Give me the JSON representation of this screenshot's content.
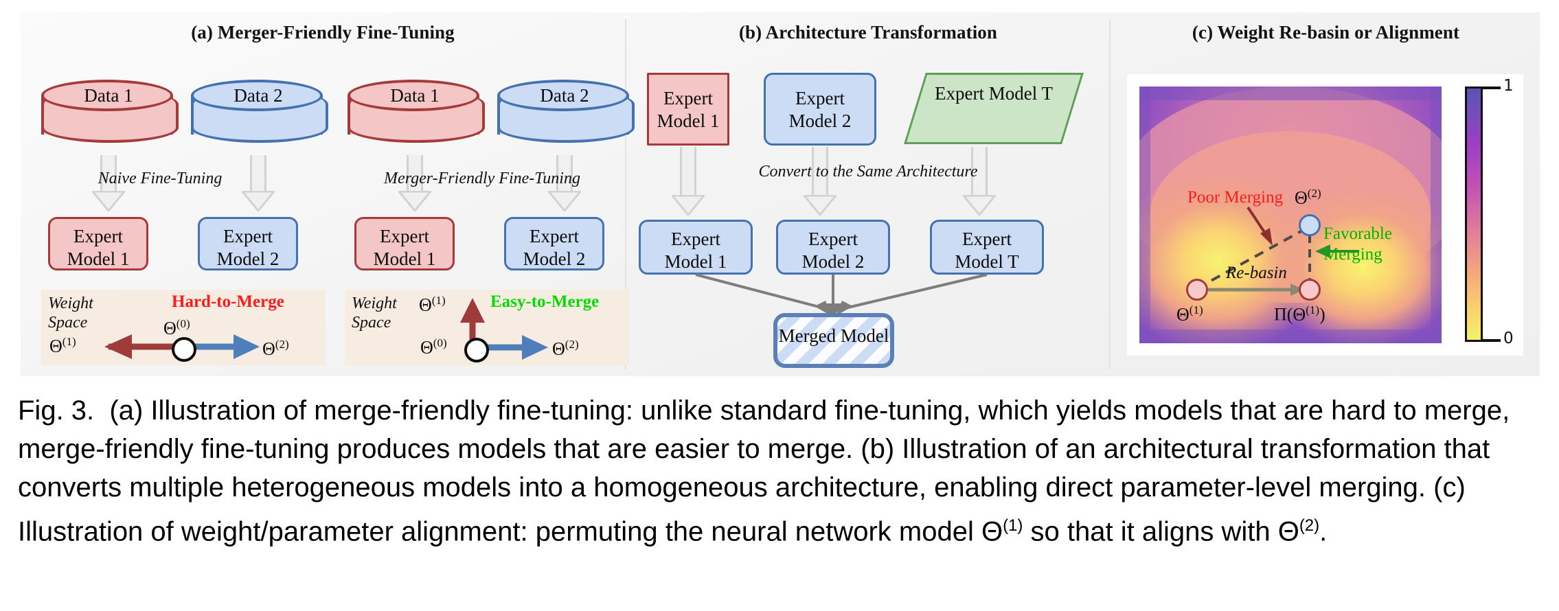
{
  "figure": {
    "panels": [
      {
        "id": "a",
        "title": "(a) Merger-Friendly Fine-Tuning",
        "left_group": {
          "data_sources": [
            "Data 1",
            "Data 2"
          ],
          "process_label": "Naive Fine-Tuning",
          "outputs": [
            {
              "line1": "Expert",
              "line2": "Model 1"
            },
            {
              "line1": "Expert",
              "line2": "Model 2"
            }
          ],
          "weight_space": {
            "space_label_line1": "Weight",
            "space_label_line2": "Space",
            "verdict": "Hard-to-Merge",
            "verdict_color": "#ff1a1a",
            "origin": "Θ",
            "origin_sup": "(0)",
            "left_point": "Θ",
            "left_point_sup": "(1)",
            "right_point": "Θ",
            "right_point_sup": "(2)"
          }
        },
        "right_group": {
          "data_sources": [
            "Data 1",
            "Data 2"
          ],
          "process_label": "Merger-Friendly Fine-Tuning",
          "outputs": [
            {
              "line1": "Expert",
              "line2": "Model 1"
            },
            {
              "line1": "Expert",
              "line2": "Model 2"
            }
          ],
          "weight_space": {
            "space_label_line1": "Weight",
            "space_label_line2": "Space",
            "verdict": "Easy-to-Merge",
            "verdict_color": "#00dd00",
            "origin": "Θ",
            "origin_sup": "(0)",
            "up_point": "Θ",
            "up_point_sup": "(1)",
            "right_point": "Θ",
            "right_point_sup": "(2)"
          }
        }
      },
      {
        "id": "b",
        "title": "(b) Architecture Transformation",
        "process_label": "Convert to the Same Architecture",
        "heterogeneous": [
          {
            "line1": "Expert",
            "line2": "Model 1",
            "shape": "square",
            "color": "red"
          },
          {
            "line1": "Expert",
            "line2": "Model 2",
            "shape": "rounded",
            "color": "blue"
          },
          {
            "line1": "Expert",
            "line2": "Model T",
            "shape": "parallelogram",
            "color": "green"
          }
        ],
        "homogeneous": [
          {
            "line1": "Expert",
            "line2": "Model 1"
          },
          {
            "line1": "Expert",
            "line2": "Model 2"
          },
          {
            "line1": "Expert",
            "line2": "Model T"
          }
        ],
        "merged": {
          "line1": "Merged",
          "line2": "Model"
        }
      },
      {
        "id": "c",
        "title": "(c) Weight Re-basin or Alignment",
        "landscape": {
          "colorbar": {
            "max": "1",
            "min": "0"
          },
          "annotations": {
            "poor": "Poor Merging",
            "poor_color": "#ff1a1a",
            "favorable_line1": "Favorable",
            "favorable_line2": "Merging",
            "favorable_color": "#00b300",
            "rebasin": "Re-basin"
          },
          "points": [
            {
              "label": "Θ",
              "sup": "(1)",
              "color": "pink"
            },
            {
              "label": "Π(Θ",
              "sup": "(1)",
              "suffix": ")",
              "color": "pink"
            },
            {
              "label": "Θ",
              "sup": "(2)",
              "color": "blue"
            }
          ]
        }
      }
    ]
  },
  "caption": {
    "prefix": "Fig. 3.",
    "part_a": "(a) Illustration of merge-friendly fine-tuning: unlike standard fine-tuning, which yields models that are hard to merge, merge-friendly fine-tuning produces models that are easier to merge.",
    "part_b": "(b) Illustration of an architectural transformation that converts multiple heterogeneous models into a homogeneous architecture, enabling direct parameter-level merging.",
    "part_c_pre": "(c) Illustration of weight/parameter alignment: permuting the neural network model Θ",
    "part_c_sup1": "(1)",
    "part_c_mid": " so that it aligns with Θ",
    "part_c_sup2": "(2)",
    "part_c_end": "."
  },
  "colors": {
    "red_fill": "#f5c6c6",
    "red_border": "#a63a3a",
    "blue_fill": "#cddcf5",
    "blue_border": "#4472b0",
    "green_fill": "#cbe5c6",
    "green_border": "#5e9e57",
    "weight_space_bg": "#f7ece2"
  }
}
